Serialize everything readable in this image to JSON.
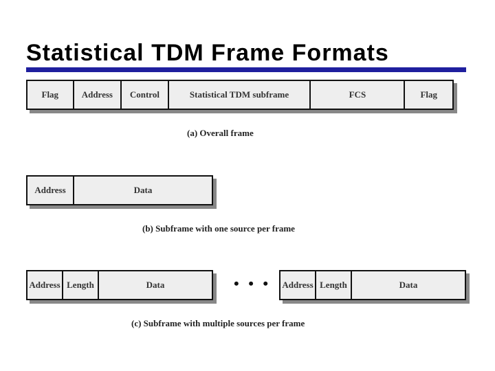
{
  "title": "Statistical TDM Frame Formats",
  "overall_frame": {
    "fields": [
      "Flag",
      "Address",
      "Control",
      "Statistical TDM subframe",
      "FCS",
      "Flag"
    ],
    "caption": "(a) Overall frame"
  },
  "single_source": {
    "fields": [
      "Address",
      "Data"
    ],
    "caption": "(b) Subframe with one source per frame"
  },
  "multi_source": {
    "first_fields": [
      "Address",
      "Length",
      "Data"
    ],
    "ellipsis": "• • •",
    "second_fields": [
      "Address",
      "Length",
      "Data"
    ],
    "caption": "(c) Subframe with multiple sources per frame"
  }
}
